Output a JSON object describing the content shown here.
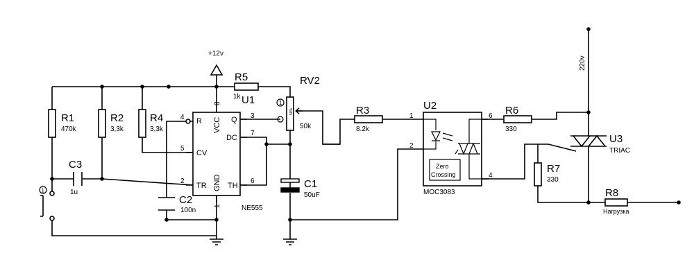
{
  "components": {
    "R1": {
      "ref": "R1",
      "value": "470k"
    },
    "R2": {
      "ref": "R2",
      "value": "3,3k"
    },
    "R4": {
      "ref": "R4",
      "value": "3,3k"
    },
    "R5": {
      "ref": "R5",
      "value": "1k"
    },
    "RV2": {
      "ref": "RV2",
      "value": "50k",
      "dial": "50%"
    },
    "R3": {
      "ref": "R3",
      "value": "8.2k"
    },
    "R6": {
      "ref": "R6",
      "value": "330"
    },
    "R7": {
      "ref": "R7",
      "value": "330"
    },
    "R8": {
      "ref": "R8",
      "value": "Нагрузка"
    },
    "C1": {
      "ref": "C1",
      "value": "50uF"
    },
    "C2": {
      "ref": "C2",
      "value": "100n"
    },
    "C3": {
      "ref": "C3",
      "value": "1u"
    },
    "U1": {
      "ref": "U1",
      "part": "NE555",
      "pins": {
        "r": "R",
        "vcc": "VCC",
        "q": "Q",
        "dc": "DC",
        "cv": "CV",
        "tr": "TR",
        "gnd": "GND",
        "th": "TH"
      }
    },
    "U2": {
      "ref": "U2",
      "part": "MOC3083",
      "zero1": "Zero",
      "zero2": "Crossing"
    },
    "U3": {
      "ref": "U3",
      "part": "TRIAC"
    }
  },
  "pin_numbers": {
    "u1_4": "4",
    "u1_8": "8",
    "u1_3": "3",
    "u1_7": "7",
    "u1_5": "5",
    "u1_2": "2",
    "u1_1": "1",
    "u1_6": "6",
    "u2_1": "1",
    "u2_2": "2",
    "u2_6": "6",
    "u2_4": "4"
  },
  "supplies": {
    "vcc": "+12v",
    "mains": "220v"
  },
  "markers": {
    "switch": "1",
    "rv2": "1"
  }
}
